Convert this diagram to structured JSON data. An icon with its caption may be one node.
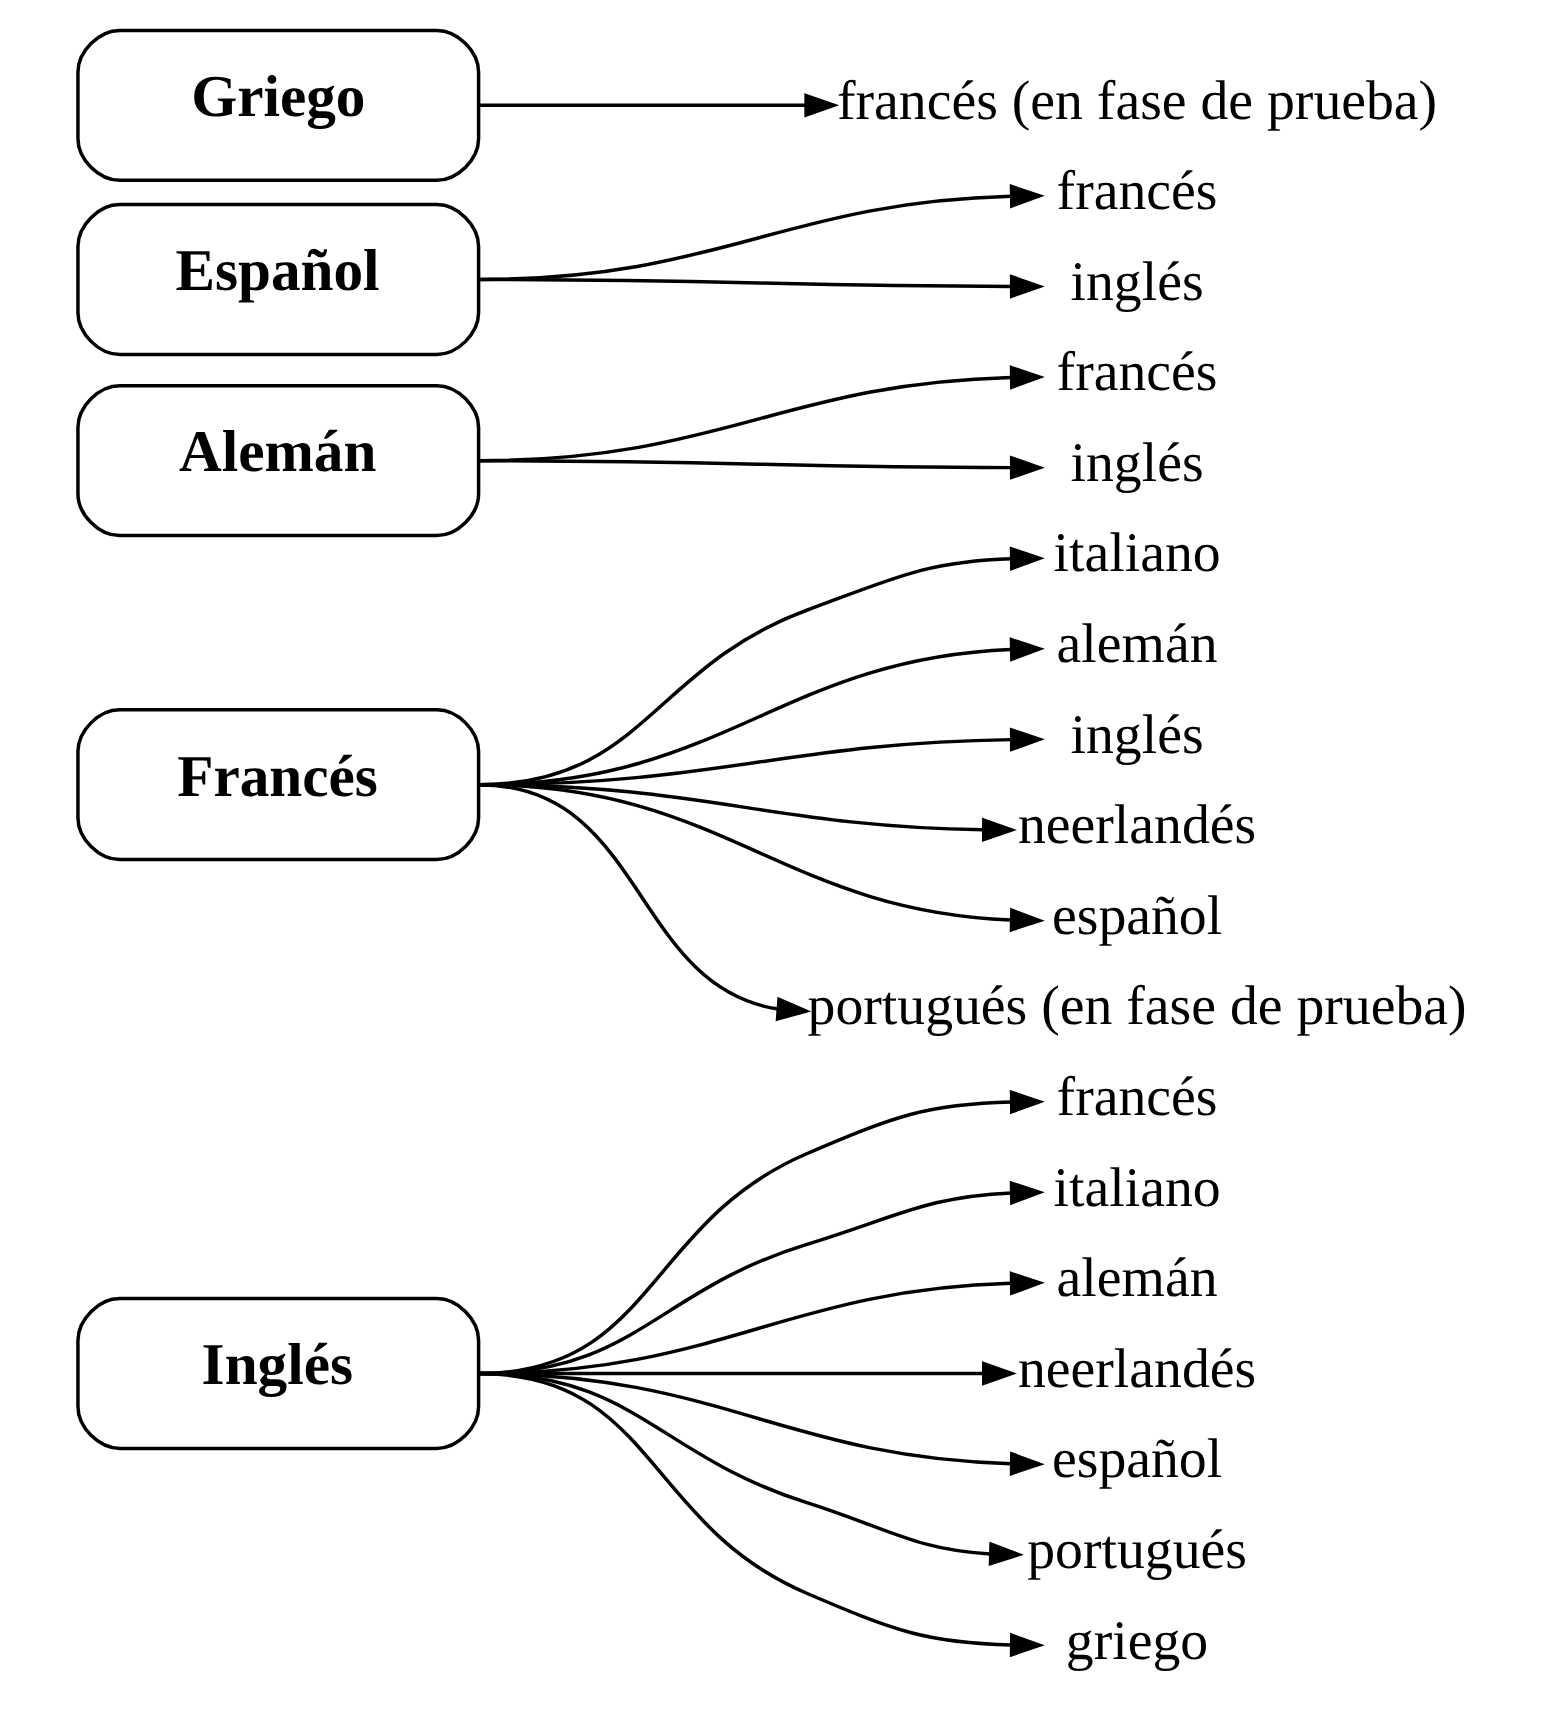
{
  "diagram": {
    "nodes": [
      {
        "text": [
          "Inglés"
        ]
      },
      {
        "text": [
          "francés"
        ]
      },
      {
        "text": [
          "italiano"
        ]
      },
      {
        "text": [
          "alemán"
        ]
      },
      {
        "text": [
          "neerlandés"
        ]
      },
      {
        "text": [
          "español"
        ]
      },
      {
        "text": [
          "portugués"
        ]
      },
      {
        "text": [
          "griego"
        ]
      },
      {
        "text": [
          "Francés"
        ]
      },
      {
        "text": [
          "italiano"
        ]
      },
      {
        "text": [
          "alemán"
        ]
      },
      {
        "text": [
          "inglés"
        ]
      },
      {
        "text": [
          "neerlandés"
        ]
      },
      {
        "text": [
          "español"
        ]
      },
      {
        "text": [
          "portugués (en fase de prueba)"
        ]
      },
      {
        "text": [
          "Alemán"
        ]
      },
      {
        "text": [
          "francés"
        ]
      },
      {
        "text": [
          "inglés"
        ]
      },
      {
        "text": [
          "Español"
        ]
      },
      {
        "text": [
          "francés"
        ]
      },
      {
        "text": [
          "inglés"
        ]
      },
      {
        "text": [
          "Griego"
        ]
      },
      {
        "text": [
          "francés (en fase de prueba)"
        ]
      }
    ],
    "edges": [
      {
        "from": 0,
        "to": 1,
        "arrow": "to"
      },
      {
        "from": 0,
        "to": 2,
        "arrow": "to"
      },
      {
        "from": 0,
        "to": 3,
        "arrow": "to"
      },
      {
        "from": 0,
        "to": 4,
        "arrow": "to"
      },
      {
        "from": 0,
        "to": 5,
        "arrow": "to"
      },
      {
        "from": 0,
        "to": 6,
        "arrow": "to"
      },
      {
        "from": 0,
        "to": 7,
        "arrow": "to"
      },
      {
        "from": 8,
        "to": 9,
        "arrow": "to"
      },
      {
        "from": 8,
        "to": 10,
        "arrow": "to"
      },
      {
        "from": 8,
        "to": 11,
        "arrow": "to"
      },
      {
        "from": 8,
        "to": 12,
        "arrow": "to"
      },
      {
        "from": 8,
        "to": 13,
        "arrow": "to"
      },
      {
        "from": 8,
        "to": 14,
        "arrow": "to"
      },
      {
        "from": 15,
        "to": 16,
        "arrow": "to"
      },
      {
        "from": 15,
        "to": 17,
        "arrow": "to"
      },
      {
        "from": 18,
        "to": 19,
        "arrow": "to"
      },
      {
        "from": 18,
        "to": 20,
        "arrow": "to"
      },
      {
        "from": 21,
        "to": 22,
        "arrow": "to"
      }
    ]
  }
}
